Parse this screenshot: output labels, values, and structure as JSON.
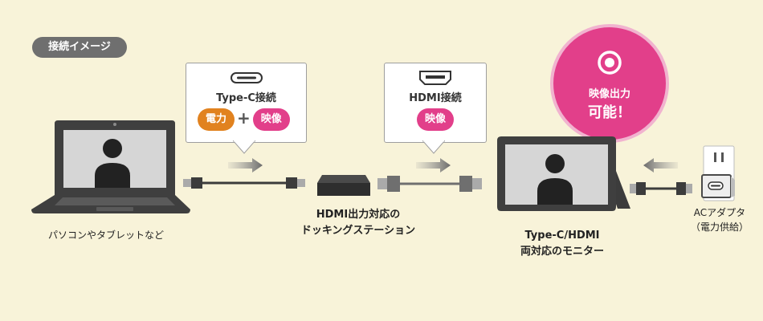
{
  "badge": "接続イメージ",
  "bubble_typec": {
    "title": "Type-C接続",
    "pill_power": "電力",
    "plus": "+",
    "pill_video": "映像"
  },
  "bubble_hdmi": {
    "title": "HDMI接続",
    "pill_video": "映像"
  },
  "highlight": {
    "line1": "映像出力",
    "line2": "可能！"
  },
  "labels": {
    "laptop": "パソコンやタブレットなど",
    "dock_line1": "HDMI出力対応の",
    "dock_line2": "ドッキングステーション",
    "monitor_line1": "Type-C/HDMI",
    "monitor_line2": "両対応のモニター",
    "adapter_line1": "ACアダプタ",
    "adapter_line2": "（電力供給）"
  },
  "colors": {
    "background": "#f8f3d9",
    "badge": "#6f6f6f",
    "power": "#e1821f",
    "video": "#e23f8a",
    "device": "#3c3c3c"
  }
}
